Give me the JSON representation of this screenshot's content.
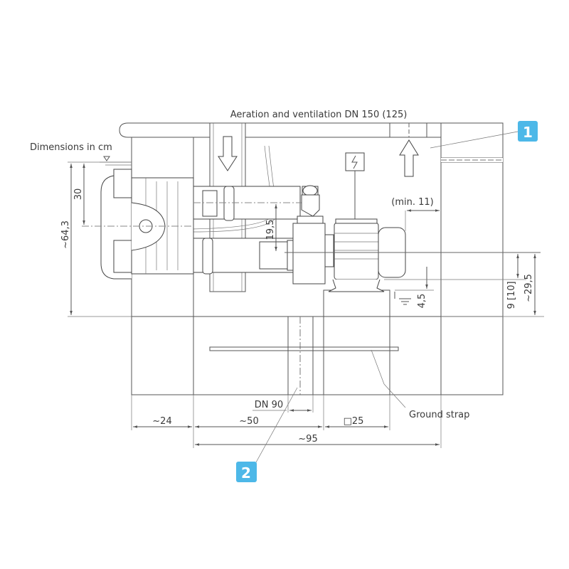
{
  "title": "Aeration and ventilation DN 150 (125)",
  "units_note": "Dimensions in cm",
  "dimensions": {
    "total_height": "~64,3",
    "nozzle_height": "30",
    "pipe_spacing": "19,5",
    "min_clearance": "(min. 11)",
    "plinth_height": "4,5",
    "shaft_height": "9 [10]",
    "total_right_height": "~29,5",
    "drain": "DN 90",
    "wall_thickness": "~24",
    "pipe_run": "~50",
    "plinth_size": "□25",
    "pit_width": "~95"
  },
  "labels": {
    "ground_strap": "Ground strap"
  },
  "callouts": [
    {
      "number": "1"
    },
    {
      "number": "2"
    }
  ],
  "colors": {
    "callout": "#4db8e8",
    "lines": "#555555"
  }
}
